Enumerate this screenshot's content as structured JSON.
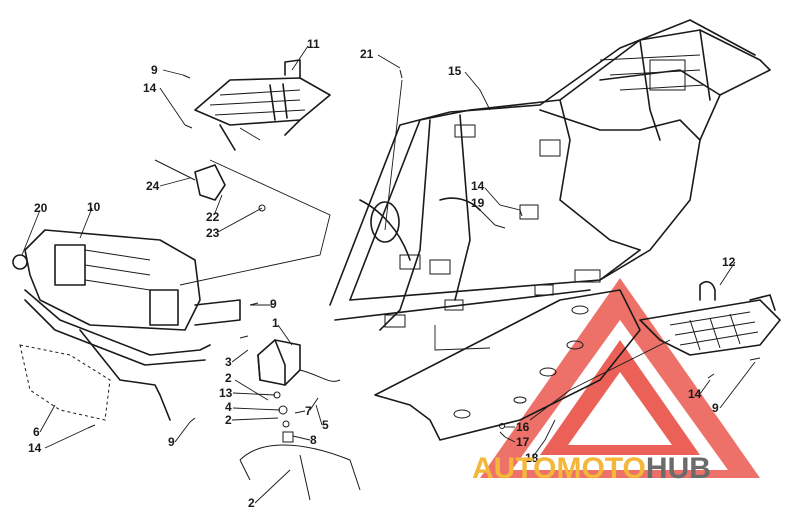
{
  "watermark": {
    "brand_part1": "AUTO",
    "brand_part2": "MOTO",
    "brand_part3": "HUB",
    "colors": {
      "red": "#e8463b",
      "yellow": "#f4b73a",
      "grey": "#6b6b6b"
    }
  },
  "callouts": {
    "c1": "1",
    "c2a": "2",
    "c2b": "2",
    "c2c": "2",
    "c3": "3",
    "c4": "4",
    "c5": "5",
    "c6": "6",
    "c7": "7",
    "c8": "8",
    "c9a": "9",
    "c9b": "9",
    "c9c": "9",
    "c9d": "9",
    "c10": "10",
    "c11": "11",
    "c12": "12",
    "c13": "13",
    "c14a": "14",
    "c14b": "14",
    "c14c": "14",
    "c14d": "14",
    "c15": "15",
    "c16": "16",
    "c17": "17",
    "c18": "18",
    "c19": "19",
    "c20": "20",
    "c21": "21",
    "c22": "22",
    "c23": "23",
    "c24": "24"
  }
}
